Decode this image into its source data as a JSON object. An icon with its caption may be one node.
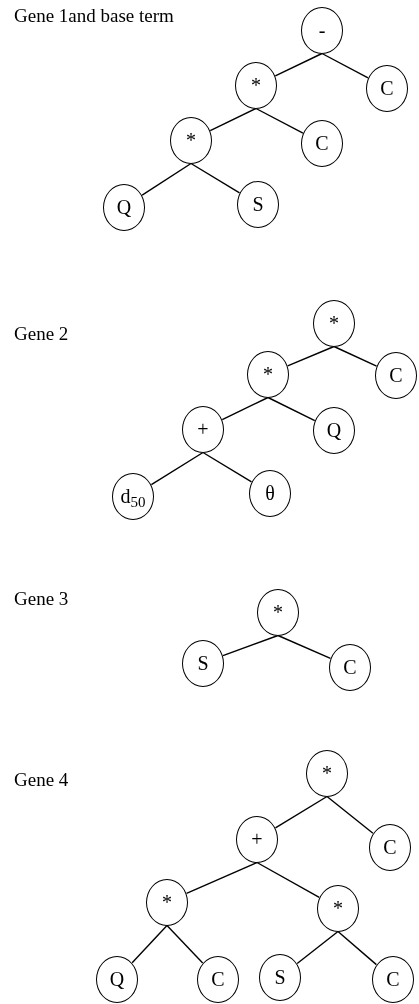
{
  "diagram": {
    "nodes": [
      {
        "text": [
          "-"
        ]
      },
      {
        "text": [
          "*"
        ]
      },
      {
        "text": [
          "C"
        ]
      },
      {
        "text": [
          "*"
        ]
      },
      {
        "text": [
          "C"
        ]
      },
      {
        "text": [
          "Q"
        ]
      },
      {
        "text": [
          "S"
        ]
      },
      {
        "text": [
          "*"
        ]
      },
      {
        "text": [
          "*"
        ]
      },
      {
        "text": [
          "C"
        ]
      },
      {
        "text": [
          "+"
        ]
      },
      {
        "text": [
          "Q"
        ]
      },
      {
        "text": [
          "d$_{50}$"
        ]
      },
      {
        "text": [
          "θ"
        ]
      },
      {
        "text": [
          "*"
        ]
      },
      {
        "text": [
          "S"
        ]
      },
      {
        "text": [
          "C"
        ]
      },
      {
        "text": [
          "*"
        ]
      },
      {
        "text": [
          "+"
        ]
      },
      {
        "text": [
          "C"
        ]
      },
      {
        "text": [
          "*"
        ]
      },
      {
        "text": [
          "*"
        ]
      },
      {
        "text": [
          "Q"
        ]
      },
      {
        "text": [
          "C"
        ]
      },
      {
        "text": [
          "S"
        ]
      },
      {
        "text": [
          "C"
        ]
      }
    ],
    "edges": [
      {
        "from": 0,
        "to": 1,
        "arrow": "none"
      },
      {
        "from": 0,
        "to": 2,
        "arrow": "none"
      },
      {
        "from": 1,
        "to": 3,
        "arrow": "none"
      },
      {
        "from": 1,
        "to": 4,
        "arrow": "none"
      },
      {
        "from": 3,
        "to": 5,
        "arrow": "none"
      },
      {
        "from": 3,
        "to": 6,
        "arrow": "none"
      },
      {
        "from": 7,
        "to": 8,
        "arrow": "none"
      },
      {
        "from": 7,
        "to": 9,
        "arrow": "none"
      },
      {
        "from": 8,
        "to": 10,
        "arrow": "none"
      },
      {
        "from": 8,
        "to": 11,
        "arrow": "none"
      },
      {
        "from": 10,
        "to": 12,
        "arrow": "none"
      },
      {
        "from": 10,
        "to": 13,
        "arrow": "none"
      },
      {
        "from": 14,
        "to": 15,
        "arrow": "none"
      },
      {
        "from": 14,
        "to": 16,
        "arrow": "none"
      },
      {
        "from": 17,
        "to": 18,
        "arrow": "none"
      },
      {
        "from": 17,
        "to": 19,
        "arrow": "none"
      },
      {
        "from": 18,
        "to": 20,
        "arrow": "none"
      },
      {
        "from": 18,
        "to": 21,
        "arrow": "none"
      },
      {
        "from": 20,
        "to": 22,
        "arrow": "none"
      },
      {
        "from": 20,
        "to": 23,
        "arrow": "none"
      },
      {
        "from": 21,
        "to": 24,
        "arrow": "none"
      },
      {
        "from": 21,
        "to": 25,
        "arrow": "none"
      }
    ],
    "labels": [
      "Gene 1and base term",
      "Gene 2",
      "Gene 3",
      "Gene 4"
    ]
  }
}
